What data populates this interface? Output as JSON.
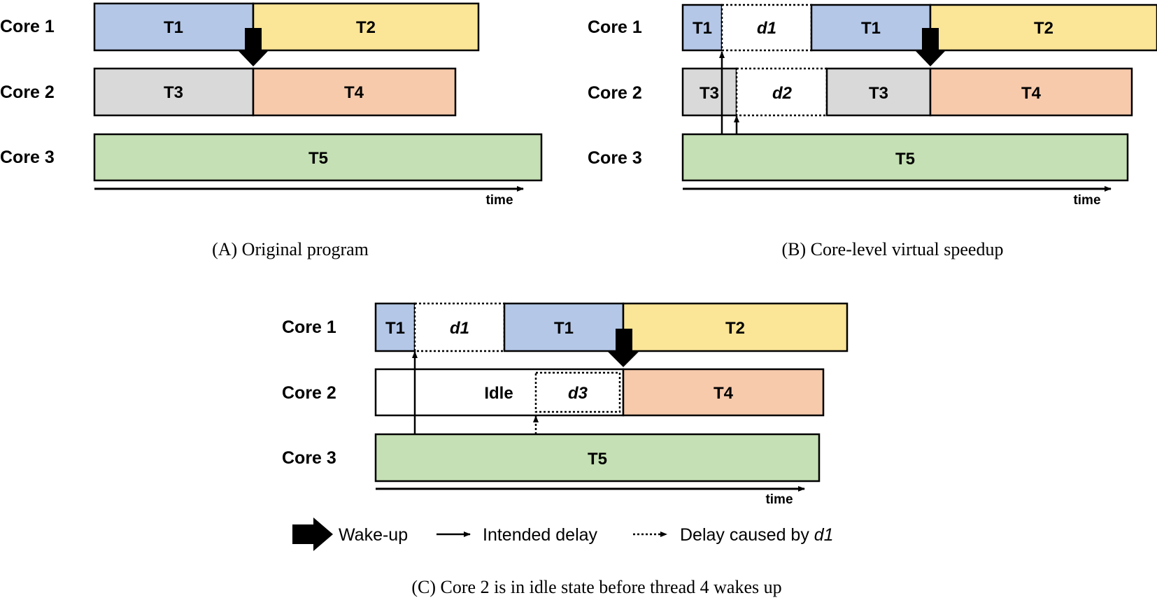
{
  "panels": {
    "a": {
      "caption": "(A)  Original program",
      "cores": [
        "Core 1",
        "Core 2",
        "Core 3"
      ],
      "time_label": "time",
      "tasks": {
        "t1": "T1",
        "t2": "T2",
        "t3": "T3",
        "t4": "T4",
        "t5": "T5"
      }
    },
    "b": {
      "caption": "(B)  Core-level virtual speedup",
      "cores": [
        "Core 1",
        "Core 2",
        "Core 3"
      ],
      "time_label": "time",
      "tasks": {
        "t1a": "T1",
        "d1": "d1",
        "t1b": "T1",
        "t2": "T2",
        "t3a": "T3",
        "d2": "d2",
        "t3b": "T3",
        "t4": "T4",
        "t5": "T5"
      }
    },
    "c": {
      "caption": "(C)  Core 2 is in idle state before thread 4 wakes up",
      "cores": [
        "Core 1",
        "Core 2",
        "Core 3"
      ],
      "time_label": "time",
      "tasks": {
        "t1a": "T1",
        "d1": "d1",
        "t1b": "T1",
        "t2": "T2",
        "idle": "Idle",
        "d3": "d3",
        "t4": "T4",
        "t5": "T5"
      }
    }
  },
  "legend": {
    "wakeup": "Wake-up",
    "intended": "Intended delay",
    "caused_prefix": "Delay caused by",
    "caused_var": "d1"
  },
  "colors": {
    "t1": "#b4c7e7",
    "t2": "#fbe596",
    "t3": "#d9d9d9",
    "t4": "#f7caac",
    "t5": "#c5e0b4",
    "delay": "#ffffff"
  }
}
